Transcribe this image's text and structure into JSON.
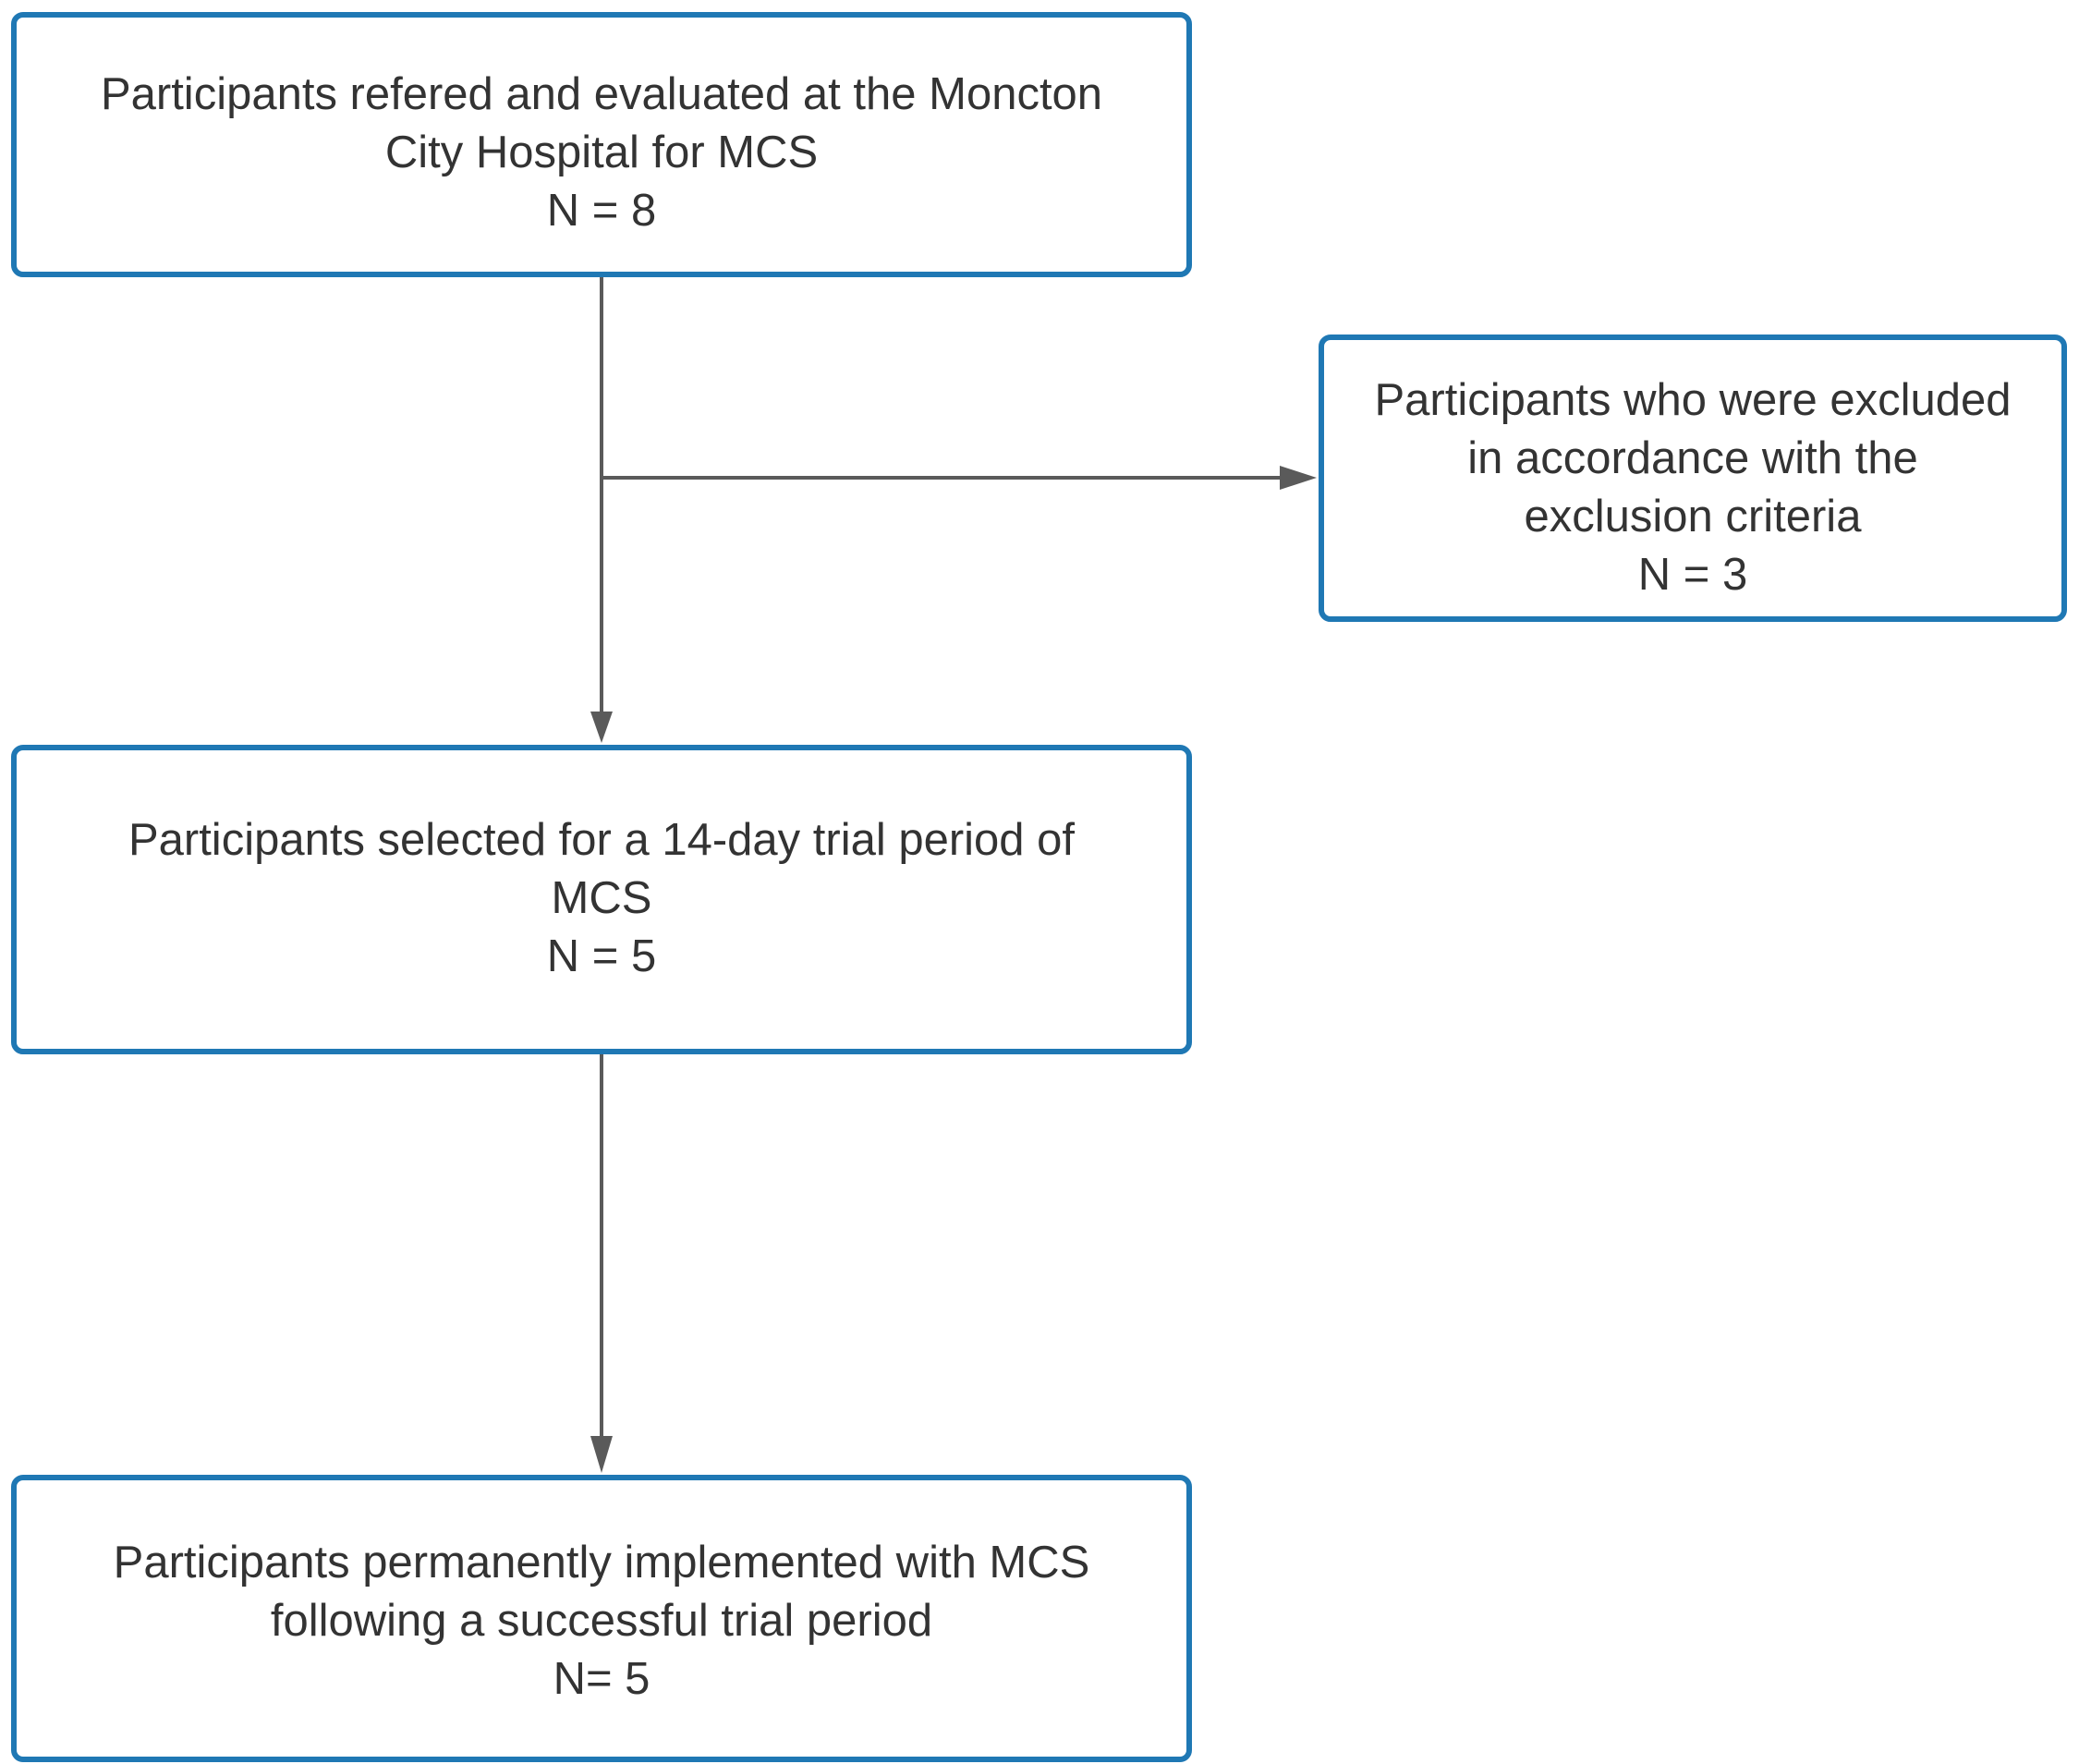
{
  "flowchart": {
    "colors": {
      "box_border": "#1f78b4",
      "connector": "#5a5a5a",
      "text": "#333333"
    },
    "referred": {
      "lines": [
        "Participants refered and evaluated at the Moncton",
        "City Hospital for MCS"
      ],
      "count": "N = 8"
    },
    "excluded": {
      "lines": [
        "Participants who were excluded",
        "in accordance with the",
        "exclusion criteria"
      ],
      "count": "N = 3"
    },
    "trial": {
      "lines": [
        "Participants selected for a 14-day trial period of",
        "MCS"
      ],
      "count": "N = 5"
    },
    "implanted": {
      "lines": [
        "Participants permanently implemented with MCS",
        "following a successful trial period"
      ],
      "count": "N= 5"
    }
  }
}
